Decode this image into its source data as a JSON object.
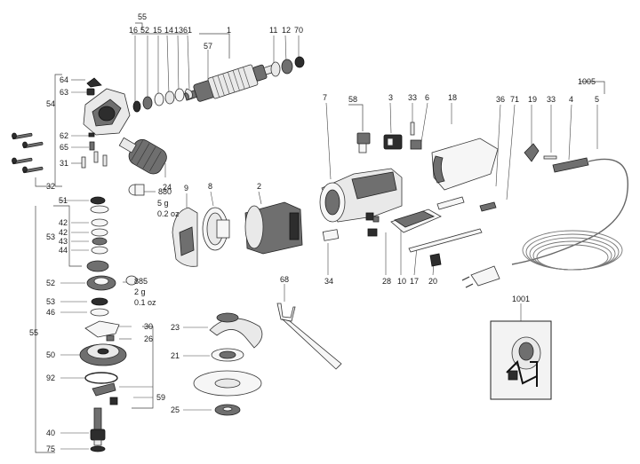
{
  "labels": [
    {
      "id": "l55a",
      "text": "55"
    },
    {
      "id": "l16",
      "text": "16"
    },
    {
      "id": "l52a",
      "text": "52"
    },
    {
      "id": "l15",
      "text": "15"
    },
    {
      "id": "l14",
      "text": "14"
    },
    {
      "id": "l13",
      "text": "13"
    },
    {
      "id": "l61",
      "text": "61"
    },
    {
      "id": "l1",
      "text": "1"
    },
    {
      "id": "l57",
      "text": "57"
    },
    {
      "id": "l11",
      "text": "11"
    },
    {
      "id": "l12",
      "text": "12"
    },
    {
      "id": "l70",
      "text": "70"
    },
    {
      "id": "l64",
      "text": "64"
    },
    {
      "id": "l63",
      "text": "63"
    },
    {
      "id": "l54",
      "text": "54"
    },
    {
      "id": "l62",
      "text": "62"
    },
    {
      "id": "l65",
      "text": "65"
    },
    {
      "id": "l31",
      "text": "31"
    },
    {
      "id": "l32",
      "text": "32"
    },
    {
      "id": "l24",
      "text": "24"
    },
    {
      "id": "l880",
      "text": "880"
    },
    {
      "id": "l5g",
      "text": "5 g"
    },
    {
      "id": "l02oz",
      "text": "0.2 oz"
    },
    {
      "id": "l9",
      "text": "9"
    },
    {
      "id": "l8",
      "text": "8"
    },
    {
      "id": "l2",
      "text": "2"
    },
    {
      "id": "l7",
      "text": "7"
    },
    {
      "id": "l58",
      "text": "58"
    },
    {
      "id": "l3",
      "text": "3"
    },
    {
      "id": "l33a",
      "text": "33"
    },
    {
      "id": "l6",
      "text": "6"
    },
    {
      "id": "l18",
      "text": "18"
    },
    {
      "id": "l36",
      "text": "36"
    },
    {
      "id": "l71",
      "text": "71"
    },
    {
      "id": "l19",
      "text": "19"
    },
    {
      "id": "l33b",
      "text": "33"
    },
    {
      "id": "l1005",
      "text": "1005"
    },
    {
      "id": "l4",
      "text": "4"
    },
    {
      "id": "l5",
      "text": "5"
    },
    {
      "id": "l34",
      "text": "34"
    },
    {
      "id": "l28",
      "text": "28"
    },
    {
      "id": "l10",
      "text": "10"
    },
    {
      "id": "l17",
      "text": "17"
    },
    {
      "id": "l20",
      "text": "20"
    },
    {
      "id": "l68",
      "text": "68"
    },
    {
      "id": "l1001",
      "text": "1001"
    },
    {
      "id": "l51",
      "text": "51"
    },
    {
      "id": "l42a",
      "text": "42"
    },
    {
      "id": "l42b",
      "text": "42"
    },
    {
      "id": "l53a",
      "text": "53"
    },
    {
      "id": "l43",
      "text": "43"
    },
    {
      "id": "l44",
      "text": "44"
    },
    {
      "id": "l52b",
      "text": "52"
    },
    {
      "id": "l885",
      "text": "885"
    },
    {
      "id": "l2g",
      "text": "2 g"
    },
    {
      "id": "l01oz",
      "text": "0.1 oz"
    },
    {
      "id": "l53b",
      "text": "53"
    },
    {
      "id": "l46",
      "text": "46"
    },
    {
      "id": "l55b",
      "text": "55"
    },
    {
      "id": "l30",
      "text": "30"
    },
    {
      "id": "l26",
      "text": "26"
    },
    {
      "id": "l23",
      "text": "23"
    },
    {
      "id": "l50",
      "text": "50"
    },
    {
      "id": "l21",
      "text": "21"
    },
    {
      "id": "l92",
      "text": "92"
    },
    {
      "id": "l59",
      "text": "59"
    },
    {
      "id": "l25",
      "text": "25"
    },
    {
      "id": "l40",
      "text": "40"
    },
    {
      "id": "l75",
      "text": "75"
    }
  ]
}
